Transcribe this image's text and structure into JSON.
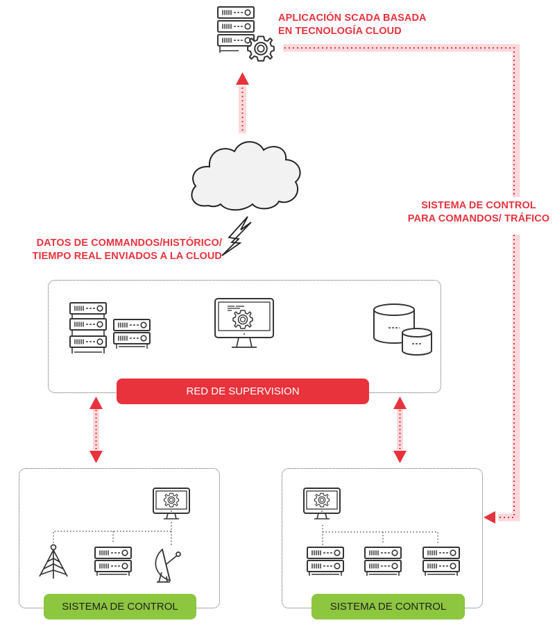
{
  "labels": {
    "scada_app": [
      "APLICACIÓN SCADA BASADA",
      "EN TECNOLOGÍA CLOUD"
    ],
    "data_sent": [
      "DATOS DE COMMANDOS/HISTÓRICO/",
      "TIEMPO REAL ENVIADOS A LA CLOUD"
    ],
    "control_traffic": [
      "SISTEMA DE CONTROL",
      "PARA COMANDOS/ TRÁFICO"
    ]
  },
  "supervision_network": {
    "label": "RED DE SUPERVISION"
  },
  "control_systems": [
    {
      "label": "SISTEMA DE CONTROL",
      "devices": [
        "antenna-tower",
        "server",
        "satellite-dish"
      ]
    },
    {
      "label": "SISTEMA DE CONTROL",
      "devices": [
        "server",
        "server",
        "server"
      ]
    }
  ],
  "colors": {
    "accent_red": "#e8323c",
    "accent_green": "#8dc63f",
    "arrow_glow": "#fcd9dc",
    "icon_stroke": "#333333",
    "cloud_fill": "#f2f2f2"
  }
}
